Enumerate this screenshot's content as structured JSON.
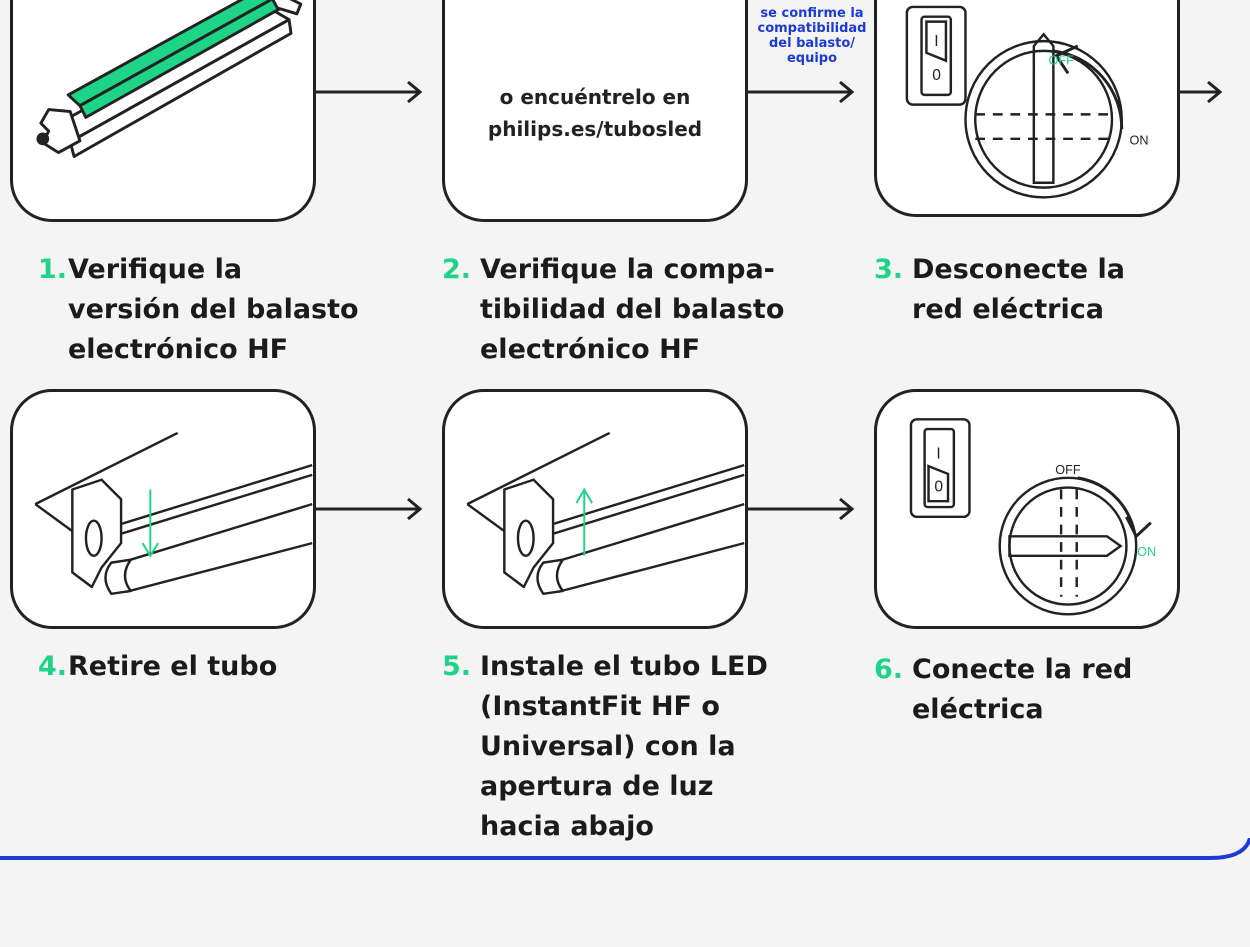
{
  "panel2": {
    "line1": "o encuéntrelo en",
    "line2": "philips.es/tubosled"
  },
  "note": {
    "line1": "se confirme la",
    "line2": "compatibilidad",
    "line3": "del balasto/",
    "line4": "equipo"
  },
  "switch_labels": {
    "off_top": "OFF",
    "on_top": "ON",
    "off_bottom": "OFF",
    "on_bottom": "ON",
    "rocker_one": "I",
    "rocker_zero": "0"
  },
  "steps": [
    {
      "num": "1.",
      "lines": [
        "Verifique la",
        "versión del balasto",
        "electrónico HF"
      ]
    },
    {
      "num": "2.",
      "lines": [
        "Verifique la compa-",
        "tibilidad del balasto",
        "electrónico HF"
      ]
    },
    {
      "num": "3.",
      "lines": [
        "Desconecte la",
        "red eléctrica"
      ]
    },
    {
      "num": "4.",
      "lines": [
        "Retire el tubo"
      ]
    },
    {
      "num": "5.",
      "lines": [
        "Instale el tubo LED",
        "(InstantFit HF o",
        "Universal) con la",
        "apertura de luz",
        "hacia abajo"
      ]
    },
    {
      "num": "6.",
      "lines": [
        "Conecte la red",
        "eléctrica"
      ]
    }
  ],
  "colors": {
    "accent_green": "#1ed487",
    "accent_blue": "#1d3ad6",
    "line": "#222222",
    "background": "#f4f4f4"
  }
}
